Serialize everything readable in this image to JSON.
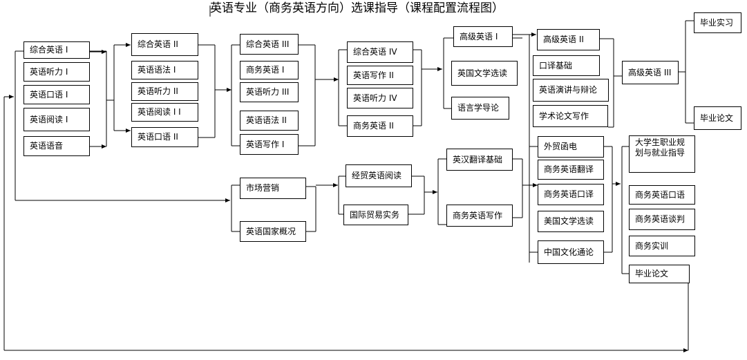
{
  "title": "英语专业（商务英语方向）选课指导（课程配置流程图）",
  "courses": {
    "c1": [
      "综合英语 I",
      "英语听力 I",
      "英语口语 I",
      "英语阅读 I",
      "英语语音"
    ],
    "c2": [
      "综合英语 II",
      "英语语法 I",
      "英语听力 II",
      "英语阅读 I I",
      "英语口语 II"
    ],
    "c3": [
      "综合英语 III",
      "商务英语 I",
      "英语听力 III",
      "英语语法 II",
      "英语写作 I"
    ],
    "c4": [
      "综合英语 IV",
      "英语写作 II",
      "英语听力 IV",
      "商务英语 II"
    ],
    "c5": [
      "高级英语 I",
      "英国文学选读",
      "语言学导论"
    ],
    "c6": [
      "高级英语 II",
      "口译基础",
      "英语演讲与辩论",
      "学术论文写作"
    ],
    "c7": [
      "高级英语 III"
    ],
    "c8": [
      "毕业实习",
      "毕业论文"
    ],
    "m1": [
      "市场营销",
      "英语国家概况"
    ],
    "m2": [
      "经贸英语阅读",
      "国际贸易实务"
    ],
    "m3": [
      "英汉翻译基础",
      "商务英语写作"
    ],
    "m4": [
      "外贸函电",
      "商务英语翻译",
      "商务英语口译",
      "美国文学选读",
      "中国文化通论"
    ],
    "m5": [
      "大学生职业规划与就业指导",
      "商务英语口语",
      "商务英语谈判",
      "商务实训",
      "毕业论文"
    ]
  },
  "colors": {
    "line": "#000000",
    "box_border": "#000000",
    "background": "#ffffff"
  }
}
